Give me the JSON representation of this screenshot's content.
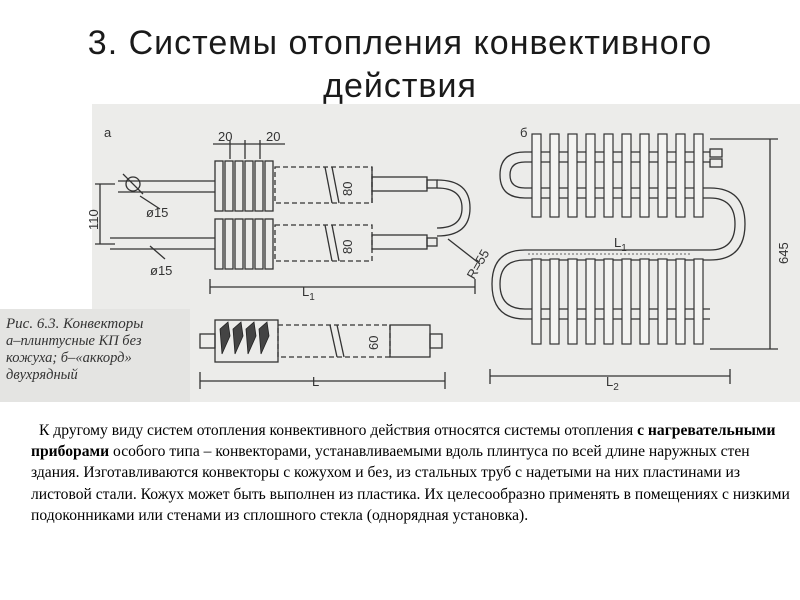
{
  "slide": {
    "title_line1": "3. Системы отопления конвективного",
    "title_line2": "действия"
  },
  "figure": {
    "panel_a_label": "а",
    "panel_b_label": "б",
    "dims_a": {
      "d20_left": "20",
      "d20_right": "20",
      "h110": "110",
      "phi15_top": "ø15",
      "phi15_bottom": "ø15",
      "h80_top": "80",
      "h80_bottom": "80",
      "radius": "R=55",
      "l1": "L",
      "l1_sub": "1",
      "h60": "60",
      "l": "L"
    },
    "dims_b": {
      "l1": "L",
      "l1_sub": "1",
      "h645": "645",
      "l2": "L",
      "l2_sub": "2"
    },
    "caption": {
      "line1": "Рис. 6.3.  Конвекторы",
      "line2": "а–плинтусные КП без",
      "line3": "кожуха; б–«аккорд»",
      "line4": "двухрядный"
    }
  },
  "text": {
    "part1": "К другому виду систем отопления конвективного действия относятся системы отопления ",
    "bold": "с нагревательными  приборами",
    "part2": " особого типа – конвекторами, устанавливаемыми вдоль плинтуса по всей длине наружных стен здания. Изготавливаются конвекторы с кожухом и без, из стальных труб с надетыми на них пластинами из листовой стали. Кожух может быть выполнен из пластика. Их целесообразно применять в помещениях с низкими подоконниками или стенами из сплошного стекла (однорядная установка)."
  }
}
